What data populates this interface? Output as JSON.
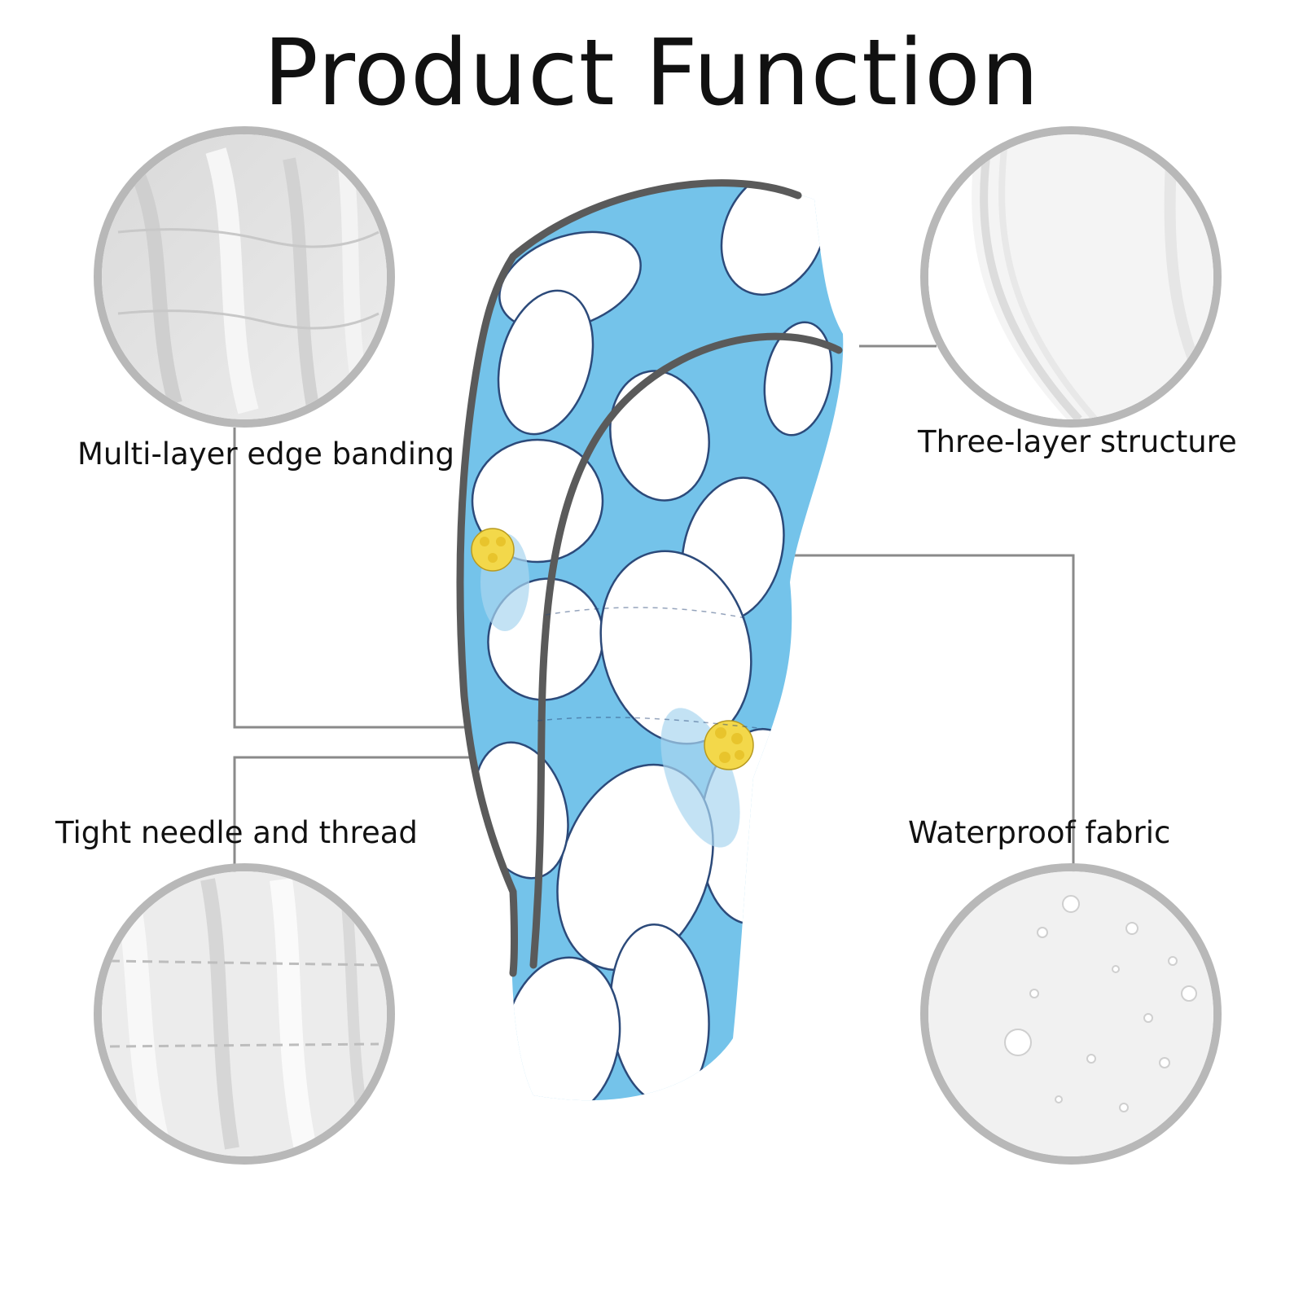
{
  "title": "Product Function",
  "features": {
    "edge_banding": "Multi-layer edge banding",
    "three_layer": "Three-layer structure",
    "needle_thread": "Tight needle and thread",
    "waterproof": "Waterproof fabric"
  },
  "colors": {
    "fabric_blue": "#74c3ea",
    "petal_white": "#ffffff",
    "stamen_yellow": "#f3d84a",
    "trim_gray": "#5a5a5a",
    "ring_gray": "#b8b8b8",
    "leader_line": "#8a8a8a"
  },
  "icons": {
    "edge_banding_detail": "fabric-fold-closeup",
    "three_layer_detail": "layered-edge-closeup",
    "needle_thread_detail": "stitched-seam-closeup",
    "waterproof_detail": "water-droplets-closeup"
  }
}
